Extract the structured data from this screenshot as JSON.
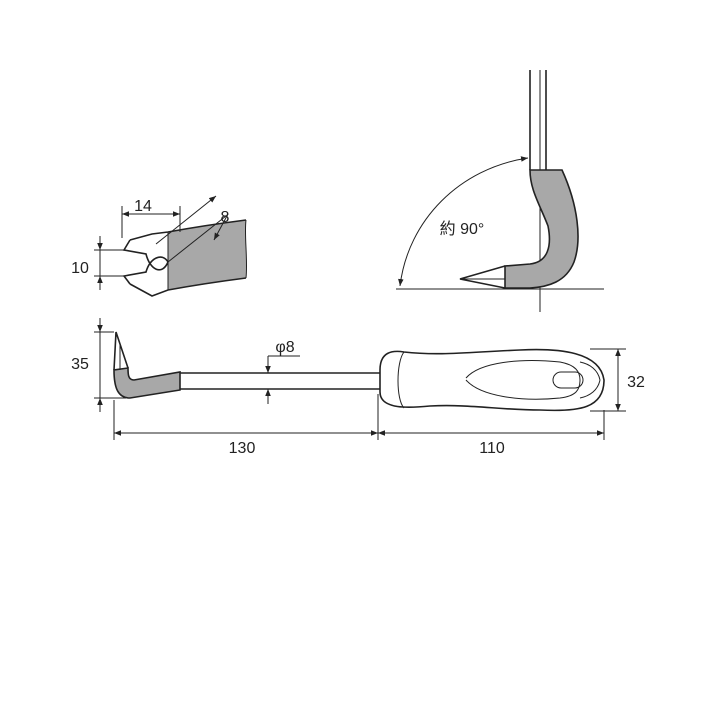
{
  "dimensions": {
    "notch_width": "14",
    "notch_depth": "8",
    "fork_height": "10",
    "hook_height": "35",
    "shaft_diameter": "φ8",
    "shaft_length": "130",
    "handle_length": "110",
    "handle_height": "32",
    "bend_angle": "約 90°"
  },
  "colors": {
    "line": "#222222",
    "grip": "#a8a8a8",
    "background": "#ffffff"
  }
}
